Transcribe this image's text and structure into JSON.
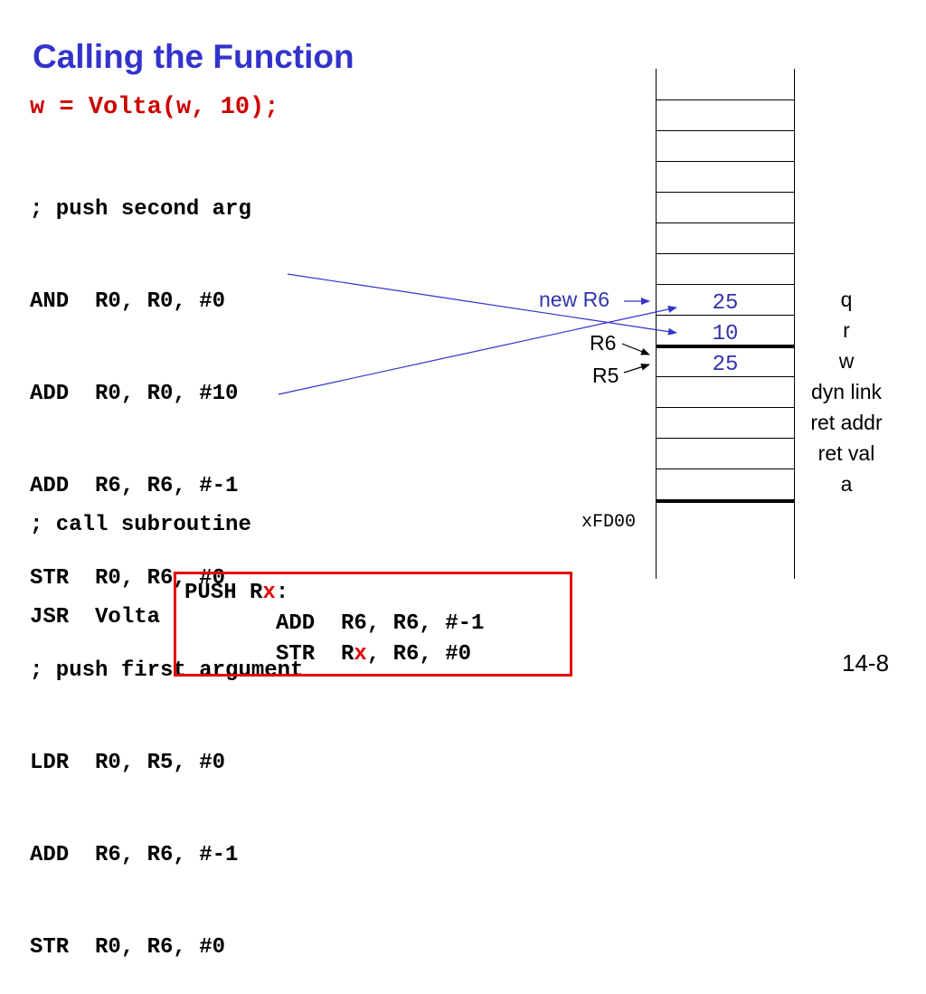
{
  "slide": {
    "title": "Calling the Function",
    "call_line": "w = Volta(w, 10);",
    "code_block1": [
      "; push second arg",
      "AND  R0, R0, #0",
      "ADD  R0, R0, #10",
      "ADD  R6, R6, #-1",
      "STR  R0, R6, #0",
      "; push first argument",
      "LDR  R0, R5, #0",
      "ADD  R6, R6, #-1",
      "STR  R0, R6, #0"
    ],
    "code_block2": [
      "; call subroutine",
      "JSR  Volta"
    ],
    "page_number": "14-8"
  },
  "stack": {
    "values": [
      "25",
      "10",
      "25"
    ],
    "labels": [
      "q",
      "r",
      "w",
      "dyn link",
      "ret addr",
      "ret val",
      "a"
    ],
    "pointers": {
      "new_r6": "new R6",
      "r6": "R6",
      "r5": "R5"
    },
    "address": "xFD00"
  },
  "push_box": {
    "header_prefix": "PUSH R",
    "header_x": "x",
    "header_suffix": ":",
    "line1": "ADD  R6, R6, #-1",
    "line2_prefix": "STR  R",
    "line2_x": "x",
    "line2_suffix": ", R6, #0"
  },
  "colors": {
    "title": "#3333cc",
    "call_line": "#cc0000",
    "stack_values": "#3333aa",
    "arrow": "#3333cc",
    "push_box_border": "#e00000"
  }
}
